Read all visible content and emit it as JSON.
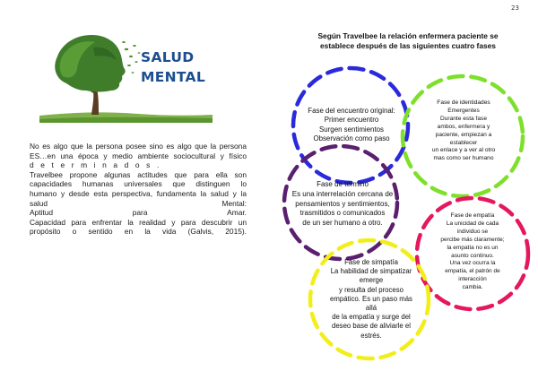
{
  "page": {
    "number": "23"
  },
  "hero": {
    "title_line1": "SALUD",
    "title_line2": "MENTAL",
    "image_icon": "tree-head-silhouette-icon",
    "title_color": "#1d4e8f"
  },
  "left_text": {
    "lines": [
      "No es algo que la persona posee sino es algo que la persona",
      "ES…en una época y medio ambiente sociocultural y físico",
      "determinados.",
      "Travelbee propone algunas actitudes que para ella son",
      "capacidades humanas universales que distinguen lo",
      "humano y desde esta perspectiva, fundamenta la salud y la",
      "salud Mental:",
      "Aptitud para Amar.",
      "Capacidad para enfrentar la realidad y para descubrir un",
      "propósito o sentido en la vida (Galvis, 2015)."
    ]
  },
  "right": {
    "heading_line1": "Según Travelbee la relación enfermera paciente se",
    "heading_line2": "establece después de las siguientes cuatro fases",
    "phases": [
      {
        "id": "encuentro",
        "color": "#2a2adb",
        "lines": [
          "Fase del encuentro original:",
          "Primer encuentro",
          "Surgen sentimientos",
          "Observación como paso"
        ]
      },
      {
        "id": "identidades",
        "color": "#7ee02a",
        "lines": [
          "Fase de identidades",
          "Emergentes",
          "Durante esta fase",
          "ambos, enfermera y",
          "paciente, empiezan a",
          "establecer",
          "un enlace y a ver al otro",
          "mas como ser humano"
        ]
      },
      {
        "id": "termino",
        "color": "#5a1f6e",
        "lines": [
          "Fase de término",
          "Es una interrelación cercana de",
          "pensamientos y sentimientos,",
          "trasmitidos o comunicados",
          "de un ser humano a otro."
        ]
      },
      {
        "id": "empatia",
        "color": "#e4175f",
        "lines": [
          "Fase de empatía",
          "La unicidad de cada",
          "individuo se",
          "percibe más claramente;",
          "la empatía no es un",
          "asunto continuo.",
          "Una vez ocurra la",
          "empatía, el patrón de",
          "interacción",
          "cambia."
        ]
      },
      {
        "id": "simpatia",
        "color": "#f2ee1a",
        "lines": [
          "Fase de simpatía",
          "La habilidad de simpatizar",
          "emerge",
          "y resulta del proceso",
          "empático. Es un paso más",
          "allá",
          "de la empatía y surge del",
          "deseo base de aliviarle el",
          "estrés."
        ]
      }
    ]
  }
}
